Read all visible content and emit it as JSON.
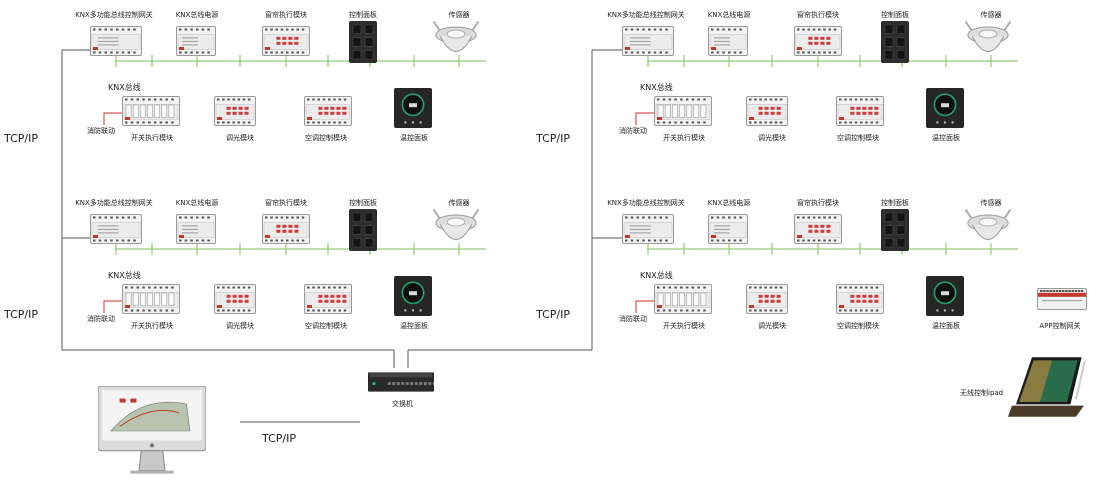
{
  "protocols": {
    "tcp_ip": "TCP/IP",
    "knx_bus": "KNX总线",
    "fire_link": "消防联动"
  },
  "devices": {
    "gateway": "KNX多功能总线控制网关",
    "power": "KNX总线电源",
    "curtain": "窗帘执行模块",
    "control_panel": "控制面板",
    "sensor": "传感器",
    "switch": "开关执行模块",
    "dimmer": "调光模块",
    "hvac": "空调控制模块",
    "thermostat": "温控面板",
    "app_gateway": "APP控制网关"
  },
  "network": {
    "switch_label": "交换机",
    "ipad_label": "无线控制ipad"
  },
  "colors": {
    "bus_line": "#7cc35a",
    "fire_line": "#d32f2f",
    "trunk_line": "#555555",
    "panel_dark": "#2d2d2d",
    "module_body": "#ececec",
    "module_red": "#d03a3a"
  }
}
